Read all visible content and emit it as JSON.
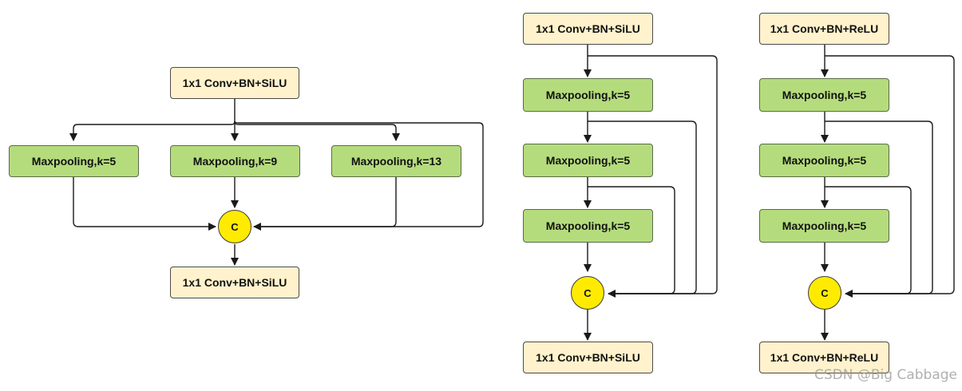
{
  "left": {
    "conv_in": "1x1 Conv+BN+SiLU",
    "pools": [
      "Maxpooling,k=5",
      "Maxpooling,k=9",
      "Maxpooling,k=13"
    ],
    "concat": "C",
    "conv_out": "1x1 Conv+BN+SiLU"
  },
  "middle": {
    "conv_in": "1x1 Conv+BN+SiLU",
    "pools": [
      "Maxpooling,k=5",
      "Maxpooling,k=5",
      "Maxpooling,k=5"
    ],
    "concat": "C",
    "conv_out": "1x1 Conv+BN+SiLU"
  },
  "right": {
    "conv_in": "1x1 Conv+BN+ReLU",
    "pools": [
      "Maxpooling,k=5",
      "Maxpooling,k=5",
      "Maxpooling,k=5"
    ],
    "concat": "C",
    "conv_out": "1x1 Conv+BN+ReLU"
  },
  "watermark": "CSDN @Big Cabbage",
  "colors": {
    "conv_fill": "#fff2cc",
    "pool_fill": "#b5dc7c",
    "concat_fill": "#ffeb00",
    "line": "#1a1a1a"
  }
}
